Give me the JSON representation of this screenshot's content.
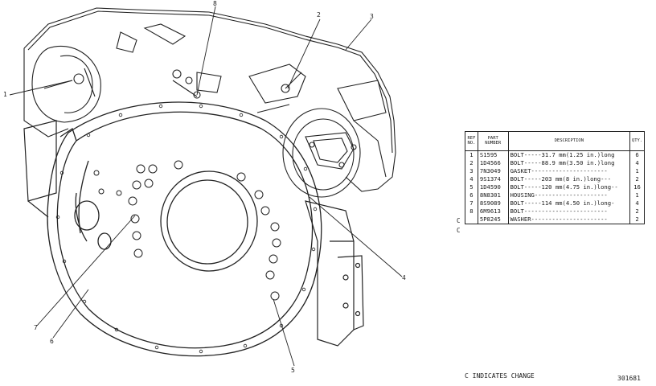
{
  "callouts": [
    "1",
    "2",
    "3",
    "4",
    "5",
    "6",
    "7",
    "8"
  ],
  "table": {
    "headers": {
      "ref": "REF NO.",
      "part": "PART NUMBER",
      "desc": "DESCRIPTION",
      "qty": "QTY."
    },
    "rows": [
      {
        "ref": "1",
        "part": "S1595",
        "desc": "BOLT-----31.7 mm(1.25 in.)long",
        "qty": "6"
      },
      {
        "ref": "2",
        "part": "1D4566",
        "desc": "BOLT-----88.9 mm(3.50 in.)long",
        "qty": "4"
      },
      {
        "ref": "3",
        "part": "7N3049",
        "desc": "GASKET----------------------",
        "qty": "1"
      },
      {
        "ref": "4",
        "part": "9S1374",
        "desc": "BOLT-----203 mm(8 in.)long---",
        "qty": "2"
      },
      {
        "ref": "5",
        "part": "1D4590",
        "desc": "BOLT-----120 mm(4.75 in.)long--",
        "qty": "16"
      },
      {
        "ref": "6",
        "part": "8N8301",
        "desc": "HOUSING---------------------",
        "qty": "1"
      },
      {
        "ref": "7",
        "part": "8S9089",
        "desc": "BOLT-----114 mm(4.50 in.)long-",
        "qty": "4"
      },
      {
        "ref": "8",
        "part": "6M9613",
        "desc": "BOLT------------------------",
        "qty": "2"
      },
      {
        "ref": "",
        "part": "5P8245",
        "desc": "WASHER----------------------",
        "qty": "2"
      }
    ],
    "change_flags": [
      "C",
      "C"
    ]
  },
  "legend": "C INDICATES CHANGE",
  "illustration_number": "301681"
}
